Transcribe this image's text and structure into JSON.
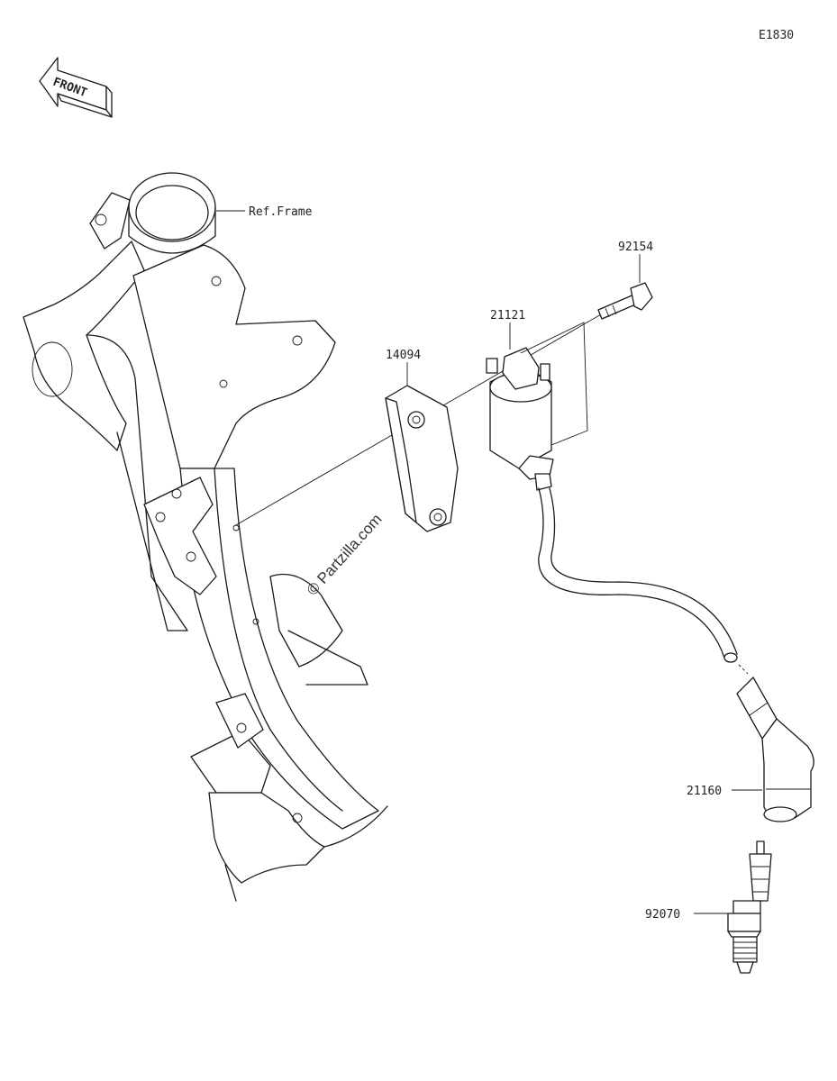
{
  "diagram_code": "E1830",
  "front_label": "FRONT",
  "watermark": "© Partzilla.com",
  "callouts": {
    "ref_frame": "Ref.Frame",
    "bolt": "92154",
    "ignition_coil": "21121",
    "bracket": "14094",
    "plug_cap": "21160",
    "spark_plug": "92070"
  }
}
